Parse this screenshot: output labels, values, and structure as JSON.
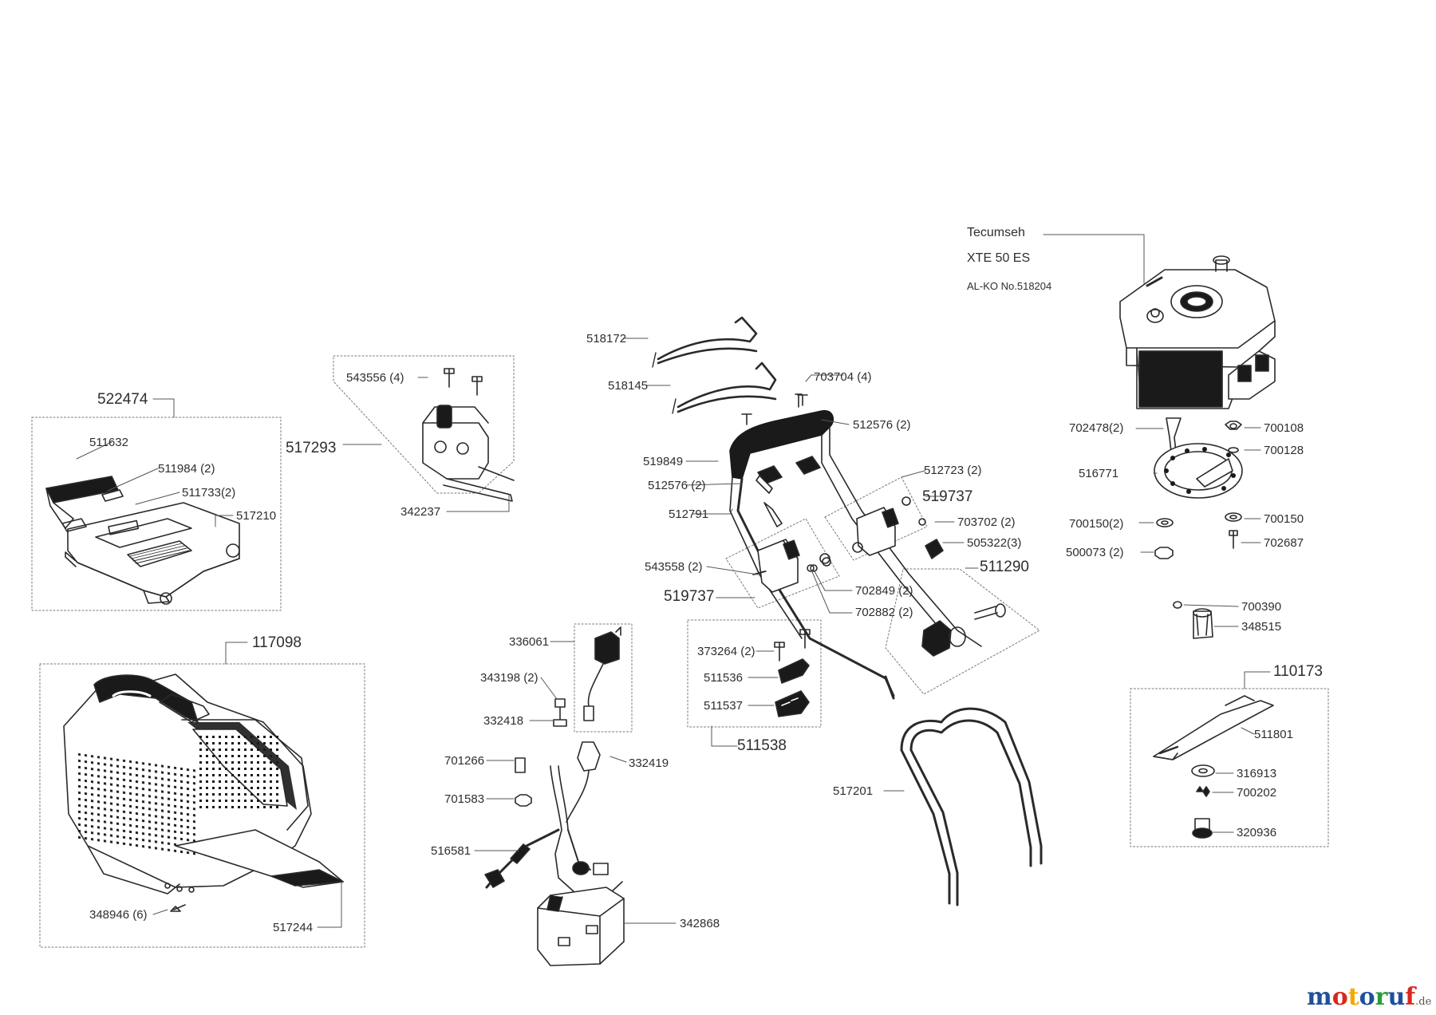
{
  "engine": {
    "brand": "Tecumseh",
    "model": "XTE 50 ES",
    "alko_no": "AL-KO No.518204"
  },
  "watermark": {
    "colors": [
      "#1f4f9c",
      "#d9261c",
      "#f2a900",
      "#1f4f9c",
      "#2a9d3a",
      "#1f4f9c",
      "#d9261c"
    ],
    "letters": [
      "m",
      "o",
      "t",
      "o",
      "r",
      "u",
      "f"
    ],
    "domain": ".de"
  },
  "labels": {
    "l_522474": "522474",
    "l_511632": "511632",
    "l_511984": "511984 (2)",
    "l_511733": "511733(2)",
    "l_517210": "517210",
    "l_543556": "543556 (4)",
    "l_517293": "517293",
    "l_342237": "342237",
    "l_518172": "518172",
    "l_518145": "518145",
    "l_703704": "703704 (4)",
    "l_512576a": "512576 (2)",
    "l_519849": "519849",
    "l_512576b": "512576 (2)",
    "l_512791": "512791",
    "l_512723": "512723 (2)",
    "l_519737a": "519737",
    "l_703702": "703702 (2)",
    "l_505322": "505322(3)",
    "l_511290": "511290",
    "l_543558": "543558 (2)",
    "l_519737b": "519737",
    "l_702849": "702849 (2)",
    "l_702882": "702882 (2)",
    "l_702478": "702478(2)",
    "l_700108": "700108",
    "l_700128": "700128",
    "l_516771": "516771",
    "l_700150a": "700150(2)",
    "l_700150b": "700150",
    "l_500073": "500073 (2)",
    "l_702687": "702687",
    "l_700390": "700390",
    "l_348515": "348515",
    "l_117098": "117098",
    "l_336061": "336061",
    "l_343198": "343198 (2)",
    "l_332418": "332418",
    "l_701266": "701266",
    "l_332419": "332419",
    "l_701583": "701583",
    "l_516581": "516581",
    "l_342868": "342868",
    "l_373264": "373264 (2)",
    "l_511536": "511536",
    "l_511537": "511537",
    "l_511538": "511538",
    "l_517201": "517201",
    "l_110173": "110173",
    "l_511801": "511801",
    "l_316913": "316913",
    "l_700202": "700202",
    "l_320936": "320936",
    "l_348946": "348946 (6)",
    "l_517244": "517244"
  }
}
